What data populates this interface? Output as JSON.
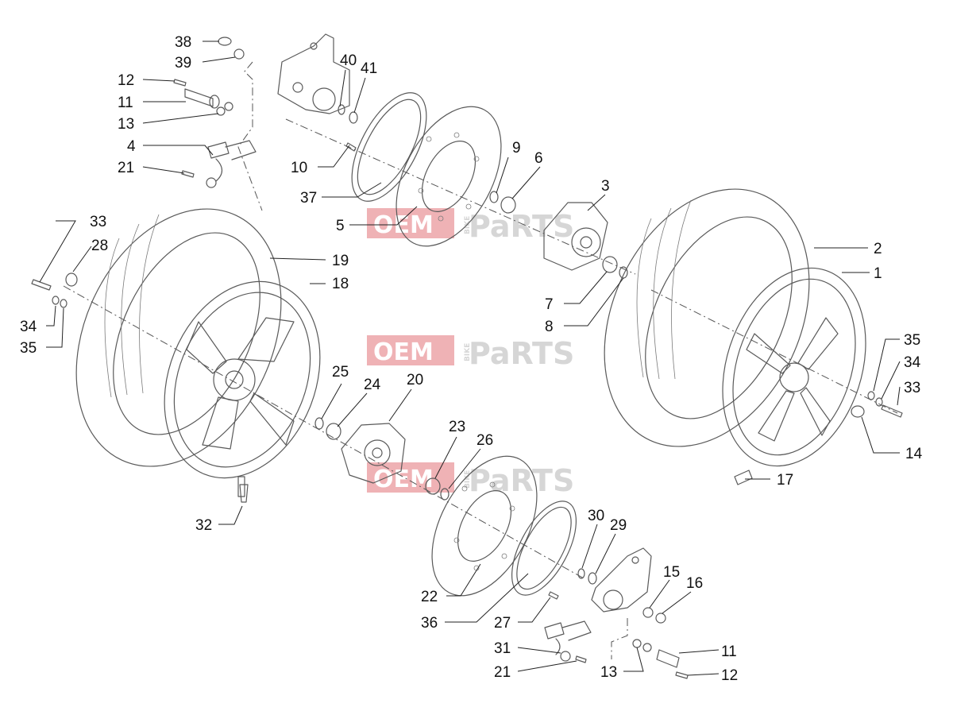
{
  "watermark": {
    "oem": "OEM",
    "bike": "BIKE",
    "parts": "PaRTS",
    "brand_color": "#d9444c",
    "grey": "#c9c9c9"
  },
  "callouts": {
    "c38": "38",
    "c39": "39",
    "c12a": "12",
    "c11a": "11",
    "c13a": "13",
    "c4": "4",
    "c21a": "21",
    "c40": "40",
    "c41": "41",
    "c10": "10",
    "c9": "9",
    "c6": "6",
    "c3": "3",
    "c37": "37",
    "c5": "5",
    "c2": "2",
    "c1": "1",
    "c7": "7",
    "c8": "8",
    "c33a": "33",
    "c28": "28",
    "c19": "19",
    "c18": "18",
    "c34a": "34",
    "c35a": "35",
    "c35b": "35",
    "c34b": "34",
    "c33b": "33",
    "c14": "14",
    "c17": "17",
    "c25": "25",
    "c24": "24",
    "c20": "20",
    "c23": "23",
    "c26": "26",
    "c32": "32",
    "c30": "30",
    "c29": "29",
    "c15": "15",
    "c16": "16",
    "c22": "22",
    "c36": "36",
    "c27": "27",
    "c31": "31",
    "c21b": "21",
    "c11b": "11",
    "c13b": "13",
    "c12b": "12"
  }
}
